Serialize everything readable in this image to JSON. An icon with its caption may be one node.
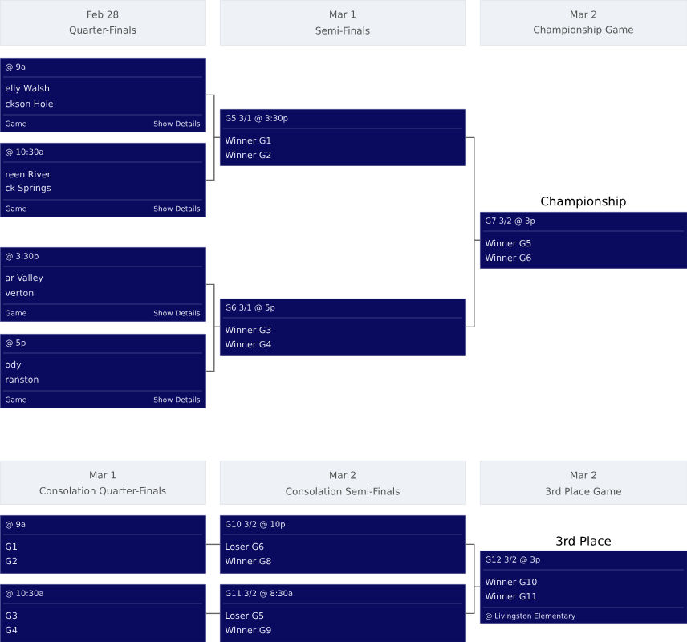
{
  "diagram": {
    "nodes": [
      {
        "text": [
          "Feb 28",
          "Quarter-Finals"
        ]
      },
      {
        "text": [
          "Mar 1",
          "Semi-Finals"
        ]
      },
      {
        "text": [
          "Mar 2",
          "Championship Game"
        ]
      },
      {
        "text": [
          "@ 9a",
          "elly Walsh",
          "ckson Hole",
          "Game",
          "Show Details"
        ]
      },
      {
        "text": [
          "@ 10:30a",
          "reen River",
          "ck Springs",
          "Game",
          "Show Details"
        ]
      },
      {
        "text": [
          "@ 3:30p",
          "ar Valley",
          "verton",
          "Game",
          "Show Details"
        ]
      },
      {
        "text": [
          "@ 5p",
          "ody",
          "ranston",
          "Game",
          "Show Details"
        ]
      },
      {
        "text": [
          "G5 3/1 @ 3:30p",
          "Winner G1",
          "Winner G2"
        ]
      },
      {
        "text": [
          "G6 3/1 @ 5p",
          "Winner G3",
          "Winner G4"
        ]
      },
      {
        "text": [
          "Championship",
          "G7 3/2 @ 3p",
          "Winner G5",
          "Winner G6"
        ]
      },
      {
        "text": [
          "Mar 1",
          "Consolation Quarter-Finals"
        ]
      },
      {
        "text": [
          "Mar 2",
          "Consolation Semi-Finals"
        ]
      },
      {
        "text": [
          "Mar 2",
          "3rd Place Game"
        ]
      },
      {
        "text": [
          "@ 9a",
          "G1",
          "G2"
        ]
      },
      {
        "text": [
          "@ 10:30a",
          "G3",
          "G4"
        ]
      },
      {
        "text": [
          "G10 3/2 @ 10p",
          "Loser G6",
          "Winner G8"
        ]
      },
      {
        "text": [
          "G11 3/2 @ 8:30a",
          "Loser G5",
          "Winner G9"
        ]
      },
      {
        "text": [
          "3rd Place",
          "G12 3/2 @ 3p",
          "Winner G10",
          "Winner G11",
          "@ Livingston Elementary"
        ]
      }
    ],
    "edges": [
      {
        "from": 3,
        "to": 7,
        "arrow": "none"
      },
      {
        "from": 4,
        "to": 7,
        "arrow": "none"
      },
      {
        "from": 5,
        "to": 8,
        "arrow": "none"
      },
      {
        "from": 6,
        "to": 8,
        "arrow": "none"
      },
      {
        "from": 7,
        "to": 9,
        "arrow": "none"
      },
      {
        "from": 8,
        "to": 9,
        "arrow": "none"
      },
      {
        "from": 13,
        "to": 15,
        "arrow": "none"
      },
      {
        "from": 14,
        "to": 16,
        "arrow": "none"
      },
      {
        "from": 15,
        "to": 17,
        "arrow": "none"
      },
      {
        "from": 16,
        "to": 17,
        "arrow": "none"
      }
    ]
  }
}
